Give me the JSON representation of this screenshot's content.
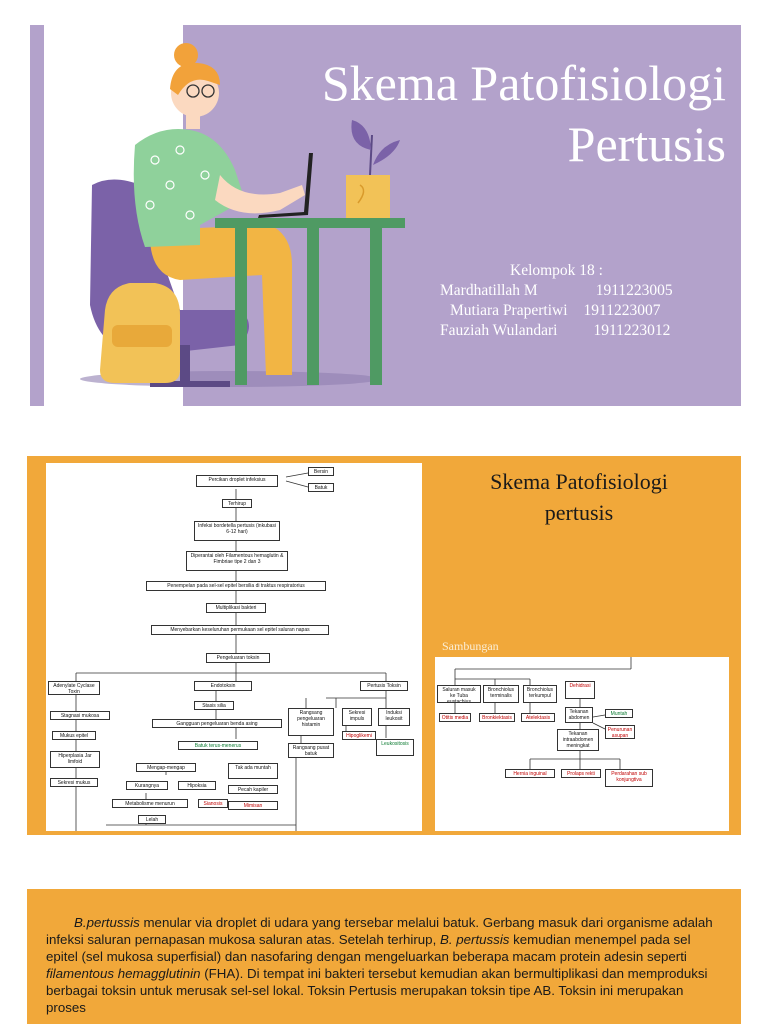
{
  "slide1": {
    "title_line1": "Skema Patofisiologi",
    "title_line2": "Pertusis",
    "group_label": "Kelompok 18 :",
    "members": [
      {
        "name": "Mardhatillah M",
        "nim": "1911223005"
      },
      {
        "name": "Mutiara Prapertiwi",
        "nim": "1911223007"
      },
      {
        "name": "Fauziah Wulandari",
        "nim": "1911223012"
      }
    ],
    "colors": {
      "panel": "#b3a2cb",
      "table": "#4f9a63",
      "pot": "#f2c257",
      "chair": "#7b62a8",
      "shirt": "#8fd19b",
      "pants": "#f2b544",
      "hair": "#f2a23a"
    }
  },
  "slide2": {
    "title_line1": "Skema Patofisiologi",
    "title_line2": "pertusis",
    "continuation_label": "Sambungan",
    "flowchart": {
      "top": [
        "Percikan droplet infeksius",
        "Bersin",
        "Batuk",
        "Terhirup",
        "Infeksi bordetella pertusis (inkubasi 6-12 hari)",
        "Diperantai oleh Filamentous hemaglutin & Fimbriae tipe 2 dan 3",
        "Penempelan pada sel-sel epitel bersilia di traktus respiratorius",
        "Multiplikasi bakteri",
        "Menyebarkan keseluruhan permukaan sel epitel saluran napas",
        "Pengeluaran toksin"
      ],
      "branches": [
        "Adenylate Cyclase Toxin",
        "Endotoksin",
        "Pertusis Toksin"
      ],
      "left": [
        "Stagnasi mukosa",
        "Mukus epitel",
        "Hiperplasia Jar limfoid",
        "Sekresi mukus"
      ],
      "middle": [
        "Stasis silia",
        "Gangguan pengeluaran benda asing",
        "Batuk terus-menerus",
        "Mengap-mengap",
        "Tak ada muntah",
        "Kurangnya",
        "Hipoksia",
        "Pecah kapiler",
        "Metabolisme menurun",
        "Sianosis",
        "Lelah",
        "Mimisan"
      ],
      "right": [
        "Rangsang pengeluaran histamin",
        "Sekresi impuls",
        "Induksi leukosit",
        "Rangsang pusat batuk",
        "Hipoglikemi",
        "Leukositosis"
      ],
      "continuation": [
        "Saluran masuk ke Tuba eustachius",
        "Bronchiolus terminalis",
        "Bronchiolus terkumpul",
        "Tekanan intraabdomen meningkat",
        "Otitis media",
        "Bronkiektasis",
        "Atelektasis",
        "Hernia inguinal",
        "Prolaps rekti",
        "Perdarahan sub konjungtiva",
        "Dehidrasi",
        "Tekanan abdomen",
        "Muntah",
        "Penurunan asupan"
      ]
    }
  },
  "slide3": {
    "p1_a": "B.pertussis",
    "p1_b": " menular via droplet di udara yang tersebar melalui batuk. Gerbang masuk dari organisme adalah infeksi saluran pernapasan mukosa saluran atas. Setelah terhirup, ",
    "p1_c": "B. pertussis",
    "p1_d": " kemudian menempel pada sel epitel (sel mukosa superfisial) dan nasofaring dengan mengeluarkan beberapa macam protein adesin seperti ",
    "p1_e": "filamentous hemagglutinin",
    "p1_f": " (FHA). Di tempat ini bakteri tersebut kemudian akan bermultiplikasi dan memproduksi berbagai toksin untuk merusak sel-sel lokal. Toksin Pertusis merupakan toksin tipe AB. Toksin ini merupakan proses"
  }
}
